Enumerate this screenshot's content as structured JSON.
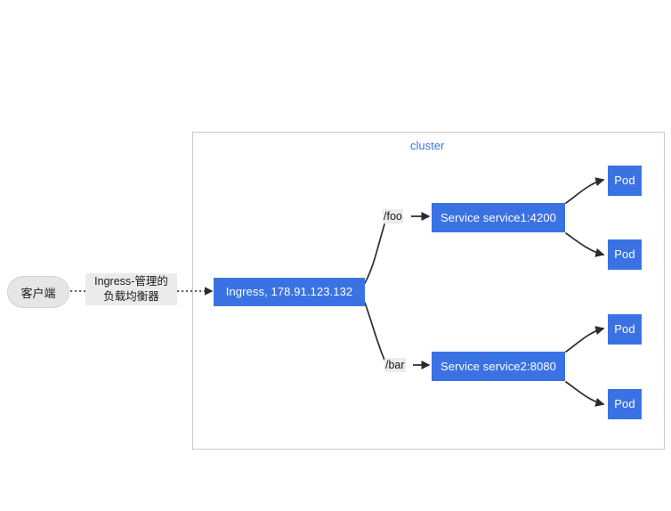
{
  "diagram": {
    "title": "Kubernetes Ingress routing diagram",
    "colors": {
      "node_fill": "#3b72e3",
      "node_text": "#ffffff",
      "cluster_border": "#c9c9c9",
      "cluster_label": "#3b72e3",
      "client_fill": "#e6e6e6",
      "edge_line": "#2b2b2b",
      "edge_label_bg": "#ebebeb",
      "background": "#ffffff"
    },
    "client": {
      "label": "客户端"
    },
    "client_edge": {
      "label_line1": "Ingress-管理的",
      "label_line2": "负载均衡器",
      "style": "dotted-arrow"
    },
    "cluster": {
      "label": "cluster"
    },
    "ingress": {
      "label": "Ingress, 178.91.123.132"
    },
    "routes": [
      {
        "path_label": "/foo",
        "service_label": "Service service1:4200",
        "pods": [
          {
            "label": "Pod"
          },
          {
            "label": "Pod"
          }
        ]
      },
      {
        "path_label": "/bar",
        "service_label": "Service service2:8080",
        "pods": [
          {
            "label": "Pod"
          },
          {
            "label": "Pod"
          }
        ]
      }
    ]
  }
}
